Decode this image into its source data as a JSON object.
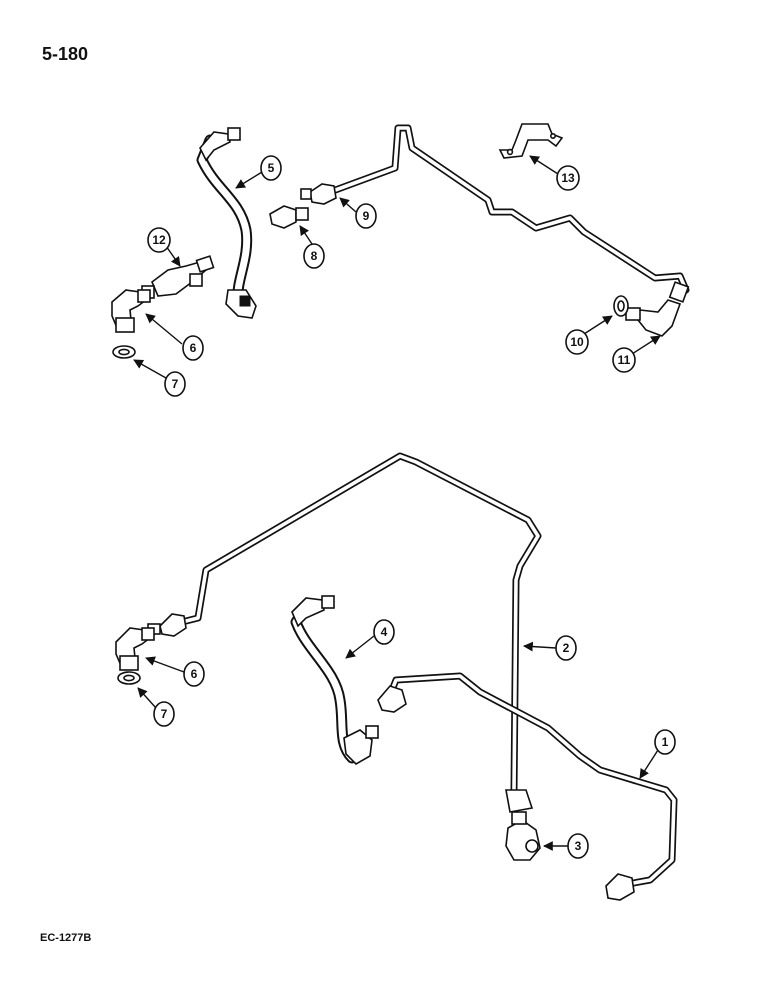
{
  "page_number": "5-180",
  "figure_code": "EC-1277B",
  "callouts": {
    "c1": "1",
    "c2": "2",
    "c3": "3",
    "c4": "4",
    "c5": "5",
    "c6a": "6",
    "c6b": "6",
    "c7a": "7",
    "c7b": "7",
    "c8": "8",
    "c9": "9",
    "c10": "10",
    "c11": "11",
    "c12": "12",
    "c13": "13"
  }
}
